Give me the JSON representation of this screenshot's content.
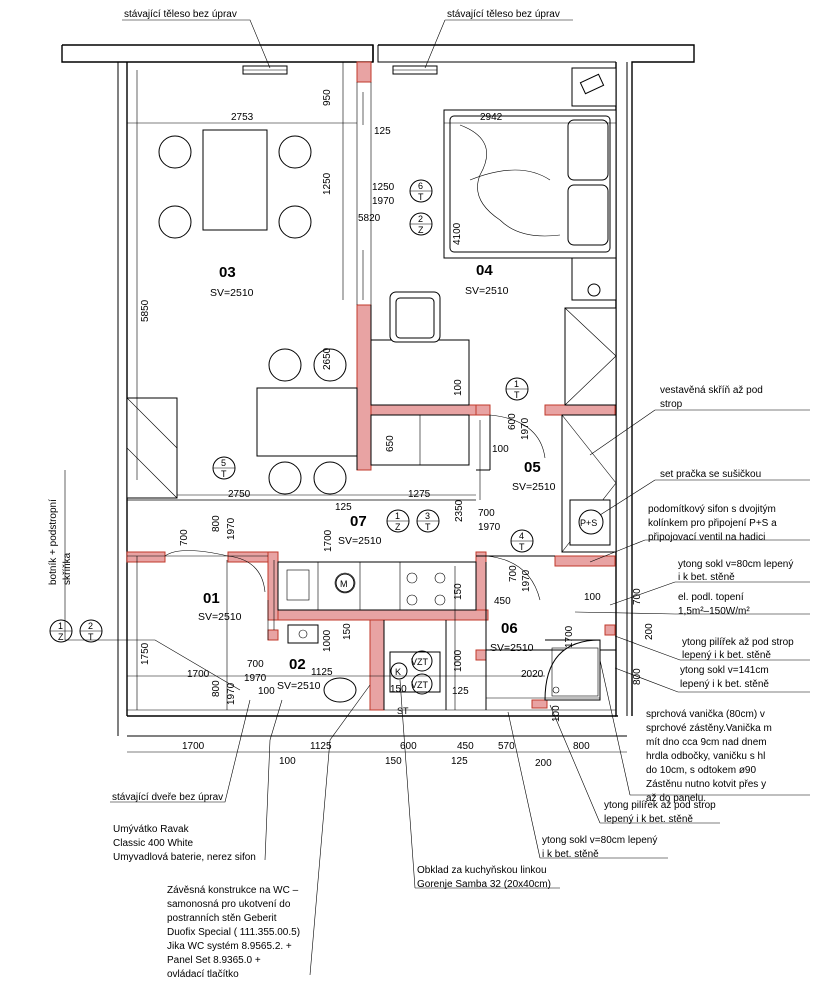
{
  "rooms": [
    {
      "id": "01",
      "sv": "SV=2510"
    },
    {
      "id": "02",
      "sv": "SV=2510"
    },
    {
      "id": "03",
      "sv": "SV=2510"
    },
    {
      "id": "04",
      "sv": "SV=2510"
    },
    {
      "id": "05",
      "sv": "SV=2510"
    },
    {
      "id": "06",
      "sv": "SV=2510"
    },
    {
      "id": "07",
      "sv": "SV=2510"
    }
  ],
  "dims": {
    "d2753": "2753",
    "d2942": "2942",
    "d950": "950",
    "d125a": "125",
    "d1250a": "1250",
    "d1250b": "1250",
    "d1970a": "1970",
    "d5820": "5820",
    "d4100": "4100",
    "d5850": "5850",
    "d2650": "2650",
    "d100a": "100",
    "d650": "650",
    "d600a": "600",
    "d1970b": "1970",
    "d100b": "100",
    "d2750": "2750",
    "d125b": "125",
    "d1275": "1275",
    "d2350": "2350",
    "d700a": "700",
    "d1970c": "1970",
    "d800a": "800",
    "d1970d": "1970",
    "d700b": "700",
    "d1700a": "1700",
    "d700c": "700",
    "d1970e": "1970",
    "d450a": "450",
    "d1750": "1750",
    "d1700b": "1700",
    "d700d": "700",
    "d1970f": "1970",
    "d800b": "800",
    "d1970g": "1970",
    "d100c": "100",
    "d1125a": "1125",
    "d1000": "1000",
    "d150a": "150",
    "d150b": "150",
    "d150c": "150",
    "d1000b": "1000",
    "d125c": "125",
    "d2020": "2020",
    "d1700c": "1700",
    "d100d": "100",
    "d800c": "800",
    "d700e": "700",
    "d200a": "200",
    "d100e": "100",
    "b1700": "1700",
    "b1125": "1125",
    "b600": "600",
    "b450": "450",
    "b570": "570",
    "b800": "800",
    "b100": "100",
    "b150": "150",
    "b125": "125",
    "b200": "200"
  },
  "tags": [
    {
      "a": "6",
      "b": "T"
    },
    {
      "a": "2",
      "b": "Z"
    },
    {
      "a": "1",
      "b": "T"
    },
    {
      "a": "5",
      "b": "T"
    },
    {
      "a": "1",
      "b": "Z"
    },
    {
      "a": "3",
      "b": "T"
    },
    {
      "a": "4",
      "b": "T"
    },
    {
      "a": "1",
      "b": "Z"
    },
    {
      "a": "2",
      "b": "T"
    }
  ],
  "fixtures": {
    "m": "M",
    "ps": "P+S",
    "vzt1": "VZT",
    "vzt2": "VZT",
    "k": "K",
    "st": "ST"
  },
  "notes": {
    "heater_left": "stávající těleso bez úprav",
    "heater_right": "stávající těleso bez úprav",
    "wardrobe": [
      "vestavěná skříň až pod",
      "strop"
    ],
    "washer": "set pračka se sušičkou",
    "siphon": [
      "podomítkový sifon s dvojitým",
      "kolínkem pro připojení P+S a",
      "připojovací ventil na hadici"
    ],
    "ytong_80a": [
      "ytong sokl v=80cm lepený",
      "i k bet. stěně"
    ],
    "heating": [
      "el. podl. topení",
      "1,5m²–150W/m²"
    ],
    "pillar_a": [
      "ytong pilířek až pod strop",
      "lepený i k bet. stěně"
    ],
    "ytong_141": [
      "ytong sokl v=141cm",
      "lepený i k bet. stěně"
    ],
    "shower": [
      "sprchová vanička (80cm) v",
      "sprchové zástěny.Vanička m",
      "mít dno cca 9cm nad dnem",
      "hrdla odbočky, vaničku s hl",
      "do 10cm,   s odtokem ø90",
      "Zástěnu nutno kotvit přes y",
      "až do panelu."
    ],
    "shoe_rack": [
      "botník + podstropní",
      "skříňka"
    ],
    "door": "stávající dveře bez úprav",
    "basin": [
      "Umývátko Ravak",
      "Classic 400 White",
      "Umyvadlová baterie, nerez sifon"
    ],
    "tiles": [
      "Obklad za kuchyňskou linkou",
      "Gorenje Samba 32 (20x40cm)"
    ],
    "pillar_b": [
      "ytong pilířek až pod strop",
      "lepený i k bet. stěně"
    ],
    "ytong_80b": [
      "ytong sokl v=80cm lepený",
      "i k bet. stěně"
    ],
    "wc": [
      "Závěsná konstrukce na WC –",
      "samonosná pro ukotvení do",
      "postranních stěn Geberit",
      "Duofix Special ( 111.355.00.5)",
      "Jika WC systém 8.9565.2. +",
      "Panel Set 8.9365.0 +",
      "ovládací tlačítko"
    ]
  }
}
